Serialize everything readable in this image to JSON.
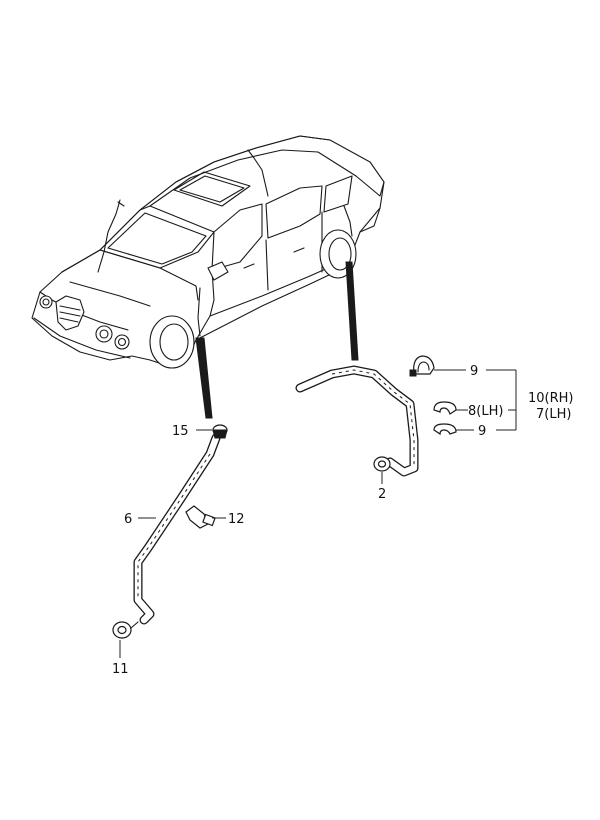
{
  "callouts": {
    "c2": "2",
    "c6": "6",
    "c7": "7(LH)",
    "c8": "8(LH)",
    "c9a": "9",
    "c9b": "9",
    "c10": "10(RH)",
    "c11": "11",
    "c12": "12",
    "c15": "15"
  }
}
